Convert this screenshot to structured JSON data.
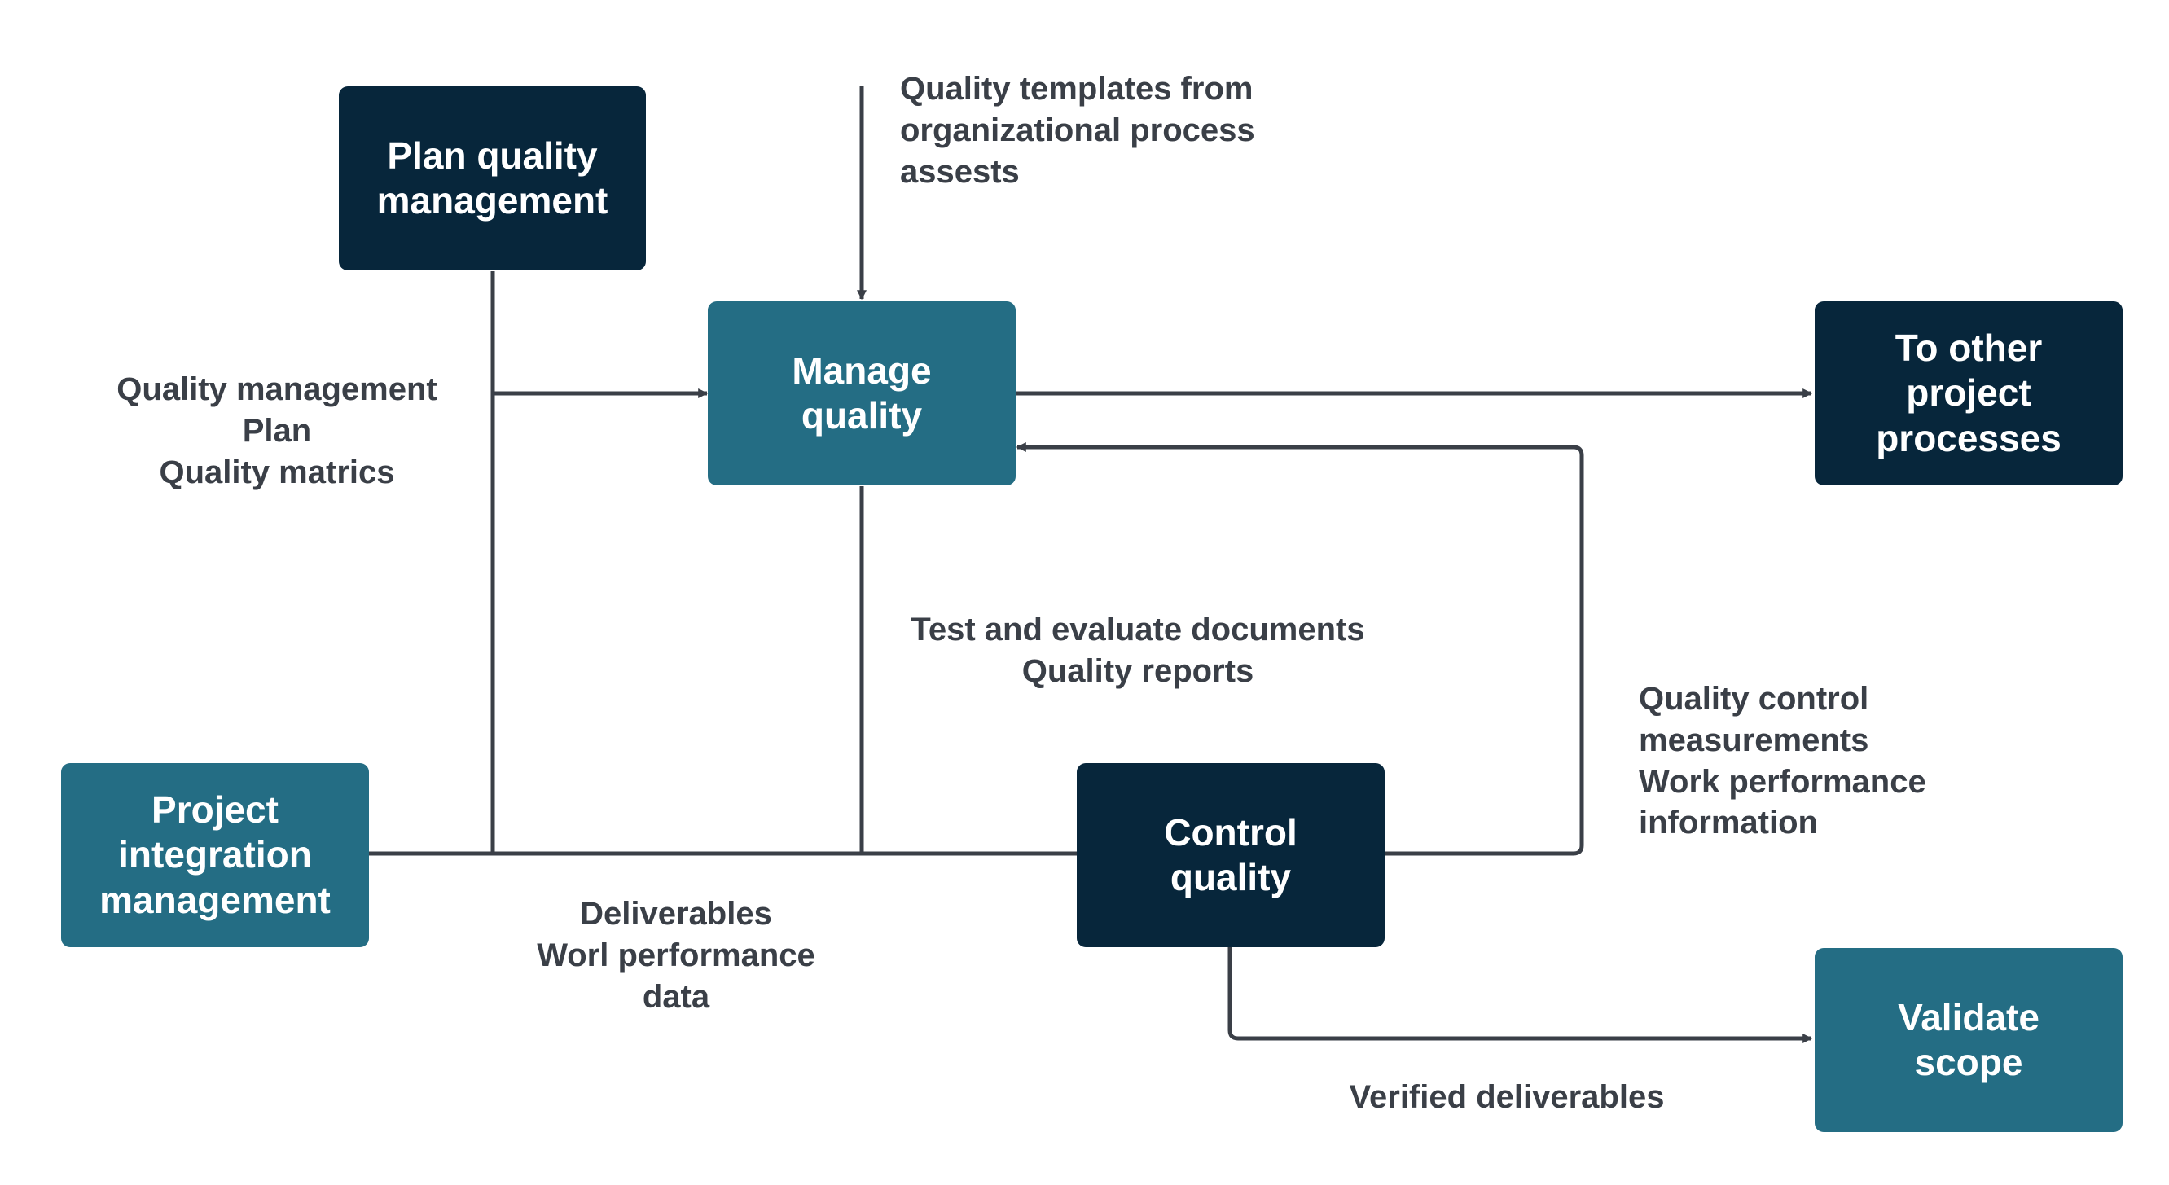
{
  "colors": {
    "dark_box": "#07263b",
    "teal_box": "#246d84",
    "connector": "#3a3f47",
    "text": "#3a3f47",
    "background": "#ffffff"
  },
  "nodes": {
    "plan_quality_management": "Plan quality\nmanagement",
    "manage_quality": "Manage\nquality",
    "to_other_project_processes": "To other\nproject\nprocesses",
    "project_integration_management": "Project\nintegration\nmanagement",
    "control_quality": "Control\nquality",
    "validate_scope": "Validate\nscope"
  },
  "labels": {
    "quality_templates": "Quality templates from\norganizational process\nassests",
    "quality_management_plan": "Quality management\nPlan\nQuality matrics",
    "test_and_evaluate": "Test and evaluate documents\nQuality reports",
    "quality_control_measurements": "Quality control\nmeasurements\nWork performance\ninformation",
    "deliverables": "Deliverables\nWorl performance\ndata",
    "verified_deliverables": "Verified deliverables"
  }
}
